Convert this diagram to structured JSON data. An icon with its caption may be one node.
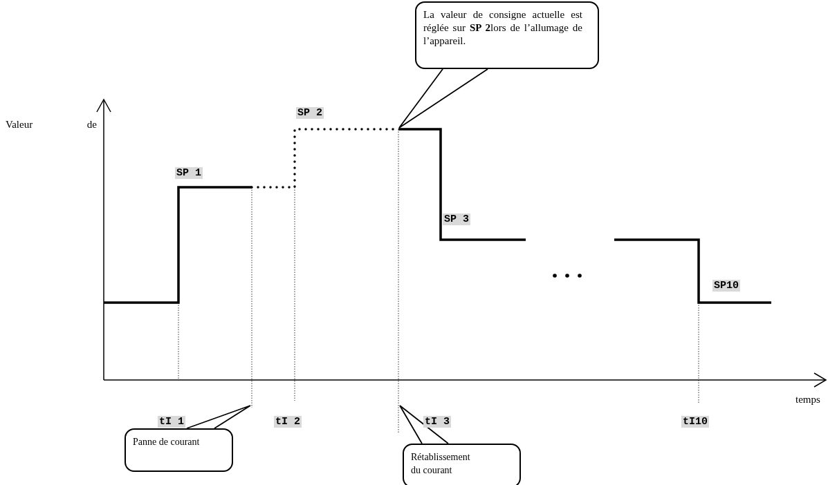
{
  "diagram": {
    "nodes": [
      {
        "text": [
          "La valeur de consigne actuelle est réglée sur **SP 2**lors de l’allumage de l’appareil."
        ]
      },
      {
        "text": [
          "Panne de courant"
        ]
      },
      {
        "text": [
          "Rétablissement du courant"
        ]
      }
    ],
    "edges": [
      {
        "from": 0,
        "to": null,
        "arrow": "none"
      },
      {
        "from": 1,
        "to": null,
        "arrow": "none"
      },
      {
        "from": 2,
        "to": null,
        "arrow": "none"
      }
    ],
    "labels": [
      "SP 2",
      "Valeur de",
      "SP 1",
      "SP 3",
      "SP10",
      "tI 1",
      "tI 2",
      "tI 3",
      "tI10",
      "temps"
    ]
  }
}
